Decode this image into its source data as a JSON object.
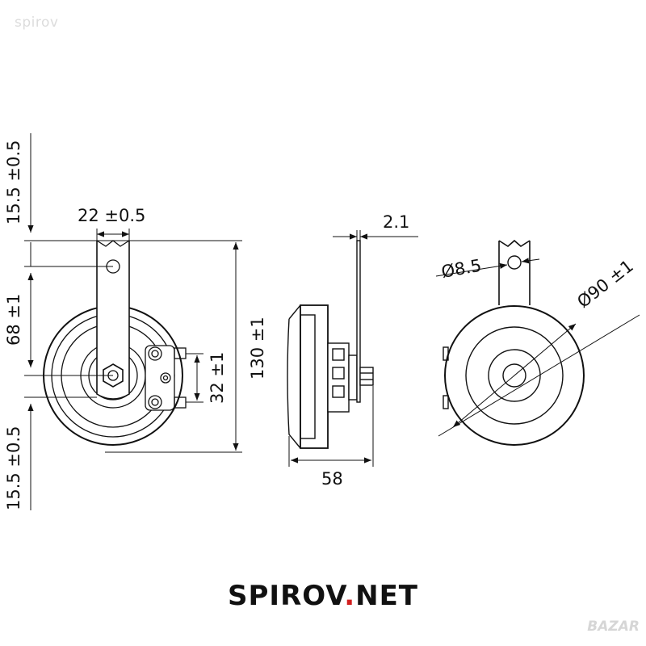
{
  "watermark": {
    "text": "spirov"
  },
  "dimensions": {
    "top_margin": "15.5 ±0.5",
    "bracket_width": "22 ±0.5",
    "hole_to_center": "68 ±1",
    "terminal_spacing": "32 ±1",
    "bottom_margin": "15.5 ±0.5",
    "overall_height": "130 ±1",
    "bracket_thickness": "2.1",
    "depth": "58",
    "hole_diameter": "Ø8.5",
    "body_diameter": "Ø90 ±1"
  },
  "brand": {
    "main": "SPIROV",
    "dot": ".",
    "suffix": "NET"
  },
  "corner_logo": {
    "text": "BAZAR"
  }
}
